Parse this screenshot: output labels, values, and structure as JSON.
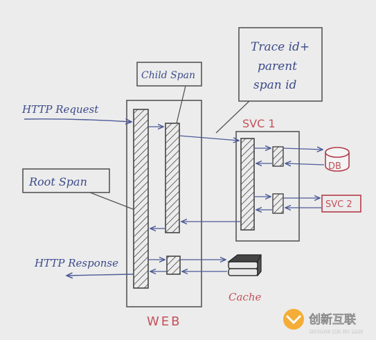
{
  "labels": {
    "http_request": "HTTP Request",
    "http_response": "HTTP Response",
    "root_span": "Root Span",
    "child_span": "Child Span",
    "trace_note": [
      "Trace id+",
      "parent",
      "span id"
    ],
    "svc1": "SVC 1",
    "svc2": "SVC 2",
    "db": "DB",
    "cache": "Cache",
    "web": "WEB"
  },
  "watermark": {
    "cn": "创新互联",
    "en": "CHUANG XIN HU LIAN"
  },
  "colors": {
    "ink": "#3b4a8a",
    "outline": "#555555",
    "red": "#c4505a",
    "paper": "#ececec"
  }
}
